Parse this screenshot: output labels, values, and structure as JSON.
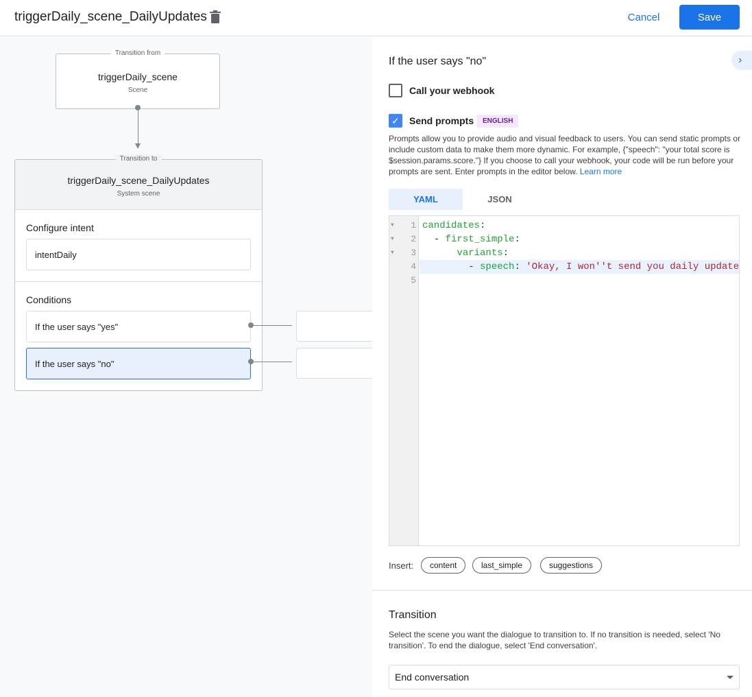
{
  "header": {
    "title": "triggerDaily_scene_DailyUpdates",
    "cancel": "Cancel",
    "save": "Save"
  },
  "canvas": {
    "from": {
      "label": "Transition from",
      "title": "triggerDaily_scene",
      "subtitle": "Scene"
    },
    "to": {
      "label": "Transition to",
      "title": "triggerDaily_scene_DailyUpdates",
      "subtitle": "System scene"
    },
    "intent_heading": "Configure intent",
    "intent": "intentDaily",
    "conditions_heading": "Conditions",
    "conditions": [
      "If the user says \"yes\"",
      "If the user says \"no\""
    ]
  },
  "panel": {
    "heading": "If the user says \"no\"",
    "webhook": {
      "label": "Call your webhook",
      "checked": false
    },
    "prompts": {
      "label": "Send prompts",
      "checked": true,
      "badge": "ENGLISH"
    },
    "description": "Prompts allow you to provide audio and visual feedback to users. You can send static prompts or include custom data to make them more dynamic. For example, {\"speech\": \"your total score is $session.params.score.\"} If you choose to call your webhook, your code will be run before your prompts are sent. Enter prompts in the editor below.",
    "learn_more": "Learn more",
    "tabs": [
      "YAML",
      "JSON"
    ],
    "editor": {
      "line_numbers": [
        "1",
        "2",
        "3",
        "4",
        "5"
      ],
      "lines": [
        {
          "key": "candidates",
          "punct": ":"
        },
        {
          "indent": "  - ",
          "key": "first_simple",
          "punct": ":"
        },
        {
          "indent": "      ",
          "key": "variants",
          "punct": ":"
        },
        {
          "indent": "        - ",
          "key": "speech",
          "punct": ": ",
          "value": "'Okay, I won''t send you daily update"
        }
      ]
    },
    "insert_label": "Insert:",
    "insert_chips": [
      "content",
      "last_simple",
      "suggestions"
    ],
    "transition": {
      "heading": "Transition",
      "description": "Select the scene you want the dialogue to transition to. If no transition is needed, select 'No transition'. To end the dialogue, select 'End conversation'.",
      "selected": "End conversation"
    }
  },
  "colors": {
    "accent": "#1a73e8",
    "selected_condition": "#e8f0fe"
  }
}
